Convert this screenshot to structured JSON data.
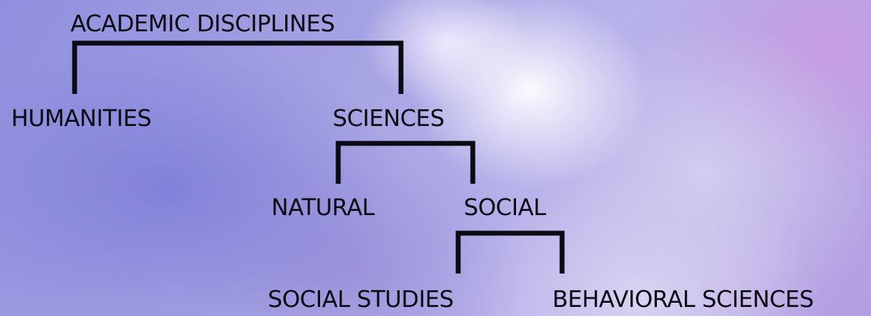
{
  "diagram": {
    "title": "ACADEMIC DISCIPLINES",
    "nodes": {
      "humanities": "HUMANITIES",
      "sciences": "SCIENCES",
      "natural": "NATURAL",
      "social": "SOCIAL",
      "social_studies": "SOCIAL STUDIES",
      "behavioral_sciences": "BEHAVIORAL SCIENCES"
    },
    "edges": [
      {
        "parent": "ACADEMIC DISCIPLINES",
        "children": [
          "HUMANITIES",
          "SCIENCES"
        ]
      },
      {
        "parent": "SCIENCES",
        "children": [
          "NATURAL",
          "SOCIAL"
        ]
      },
      {
        "parent": "SOCIAL",
        "children": [
          "SOCIAL STUDIES",
          "BEHAVIORAL SCIENCES"
        ]
      }
    ],
    "line_color": "#0c0b14"
  }
}
